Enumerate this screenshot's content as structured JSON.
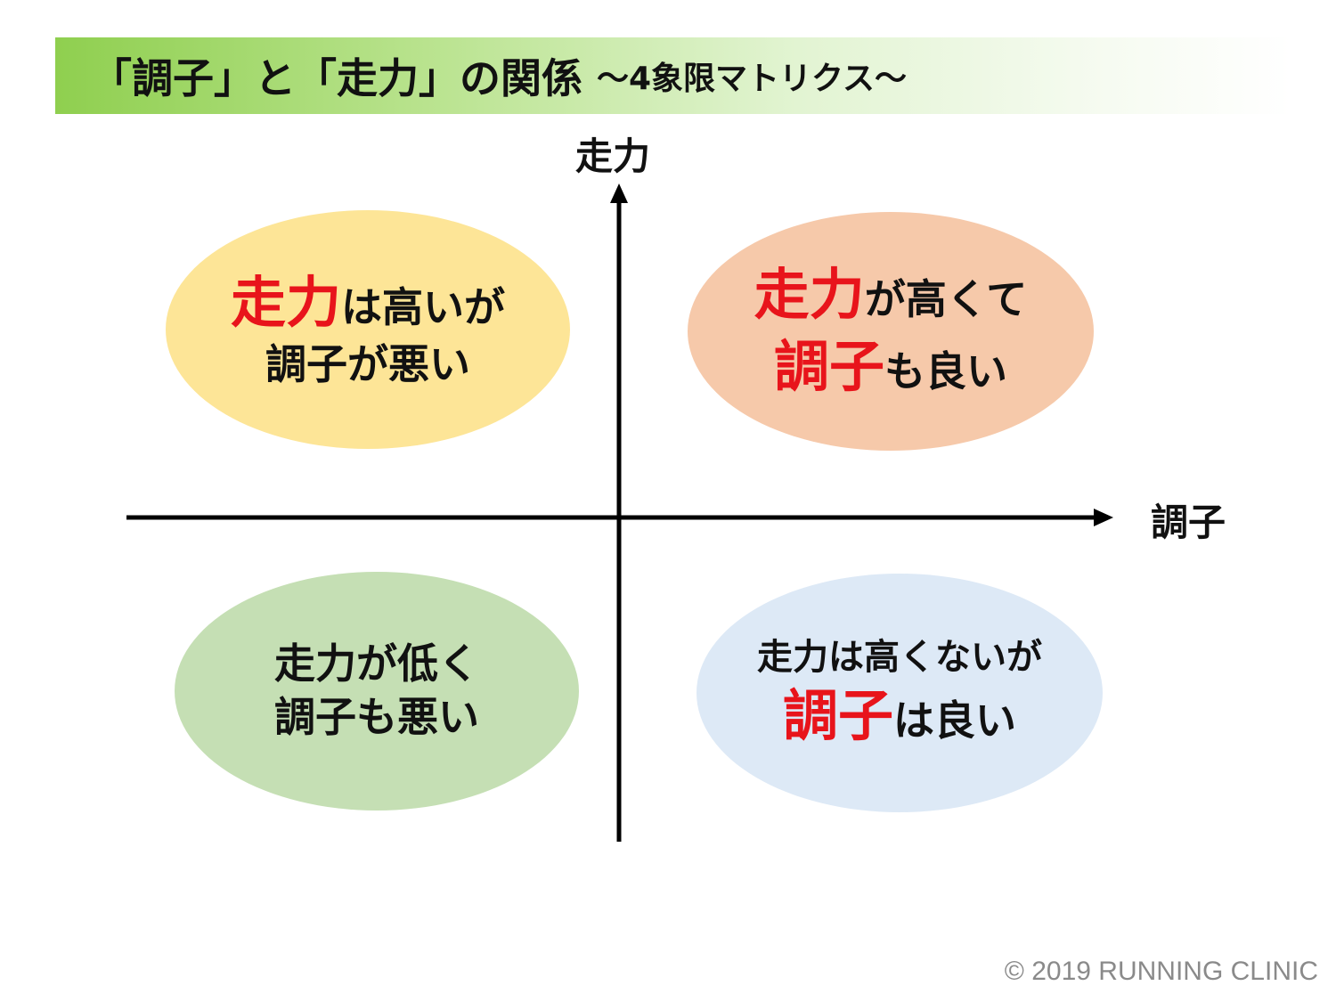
{
  "title": {
    "main": "「調子」と「走力」の関係",
    "sub": "～4象限マトリクス～",
    "bar_color_start": "#8fcf4f",
    "bar_color_end": "#ffffff"
  },
  "axes": {
    "y_label": "走力",
    "x_label": "調子",
    "color": "#000000"
  },
  "quadrants": {
    "top_left": {
      "color": "#fde597",
      "line1_em": "走力",
      "line1_rest": "は高いが",
      "line2": "調子が悪い"
    },
    "top_right": {
      "color": "#f6c9aa",
      "line1_em": "走力",
      "line1_rest": "が高くて",
      "line2_em": "調子",
      "line2_rest": "も良い"
    },
    "bottom_left": {
      "color": "#c5dfb4",
      "line1": "走力が低く",
      "line2": "調子も悪い"
    },
    "bottom_right": {
      "color": "#dde9f6",
      "line1": "走力は高くないが",
      "line2_em": "調子",
      "line2_rest": "は良い"
    }
  },
  "accent_color": "#e8141b",
  "copyright": "© 2019 RUNNING CLINIC"
}
